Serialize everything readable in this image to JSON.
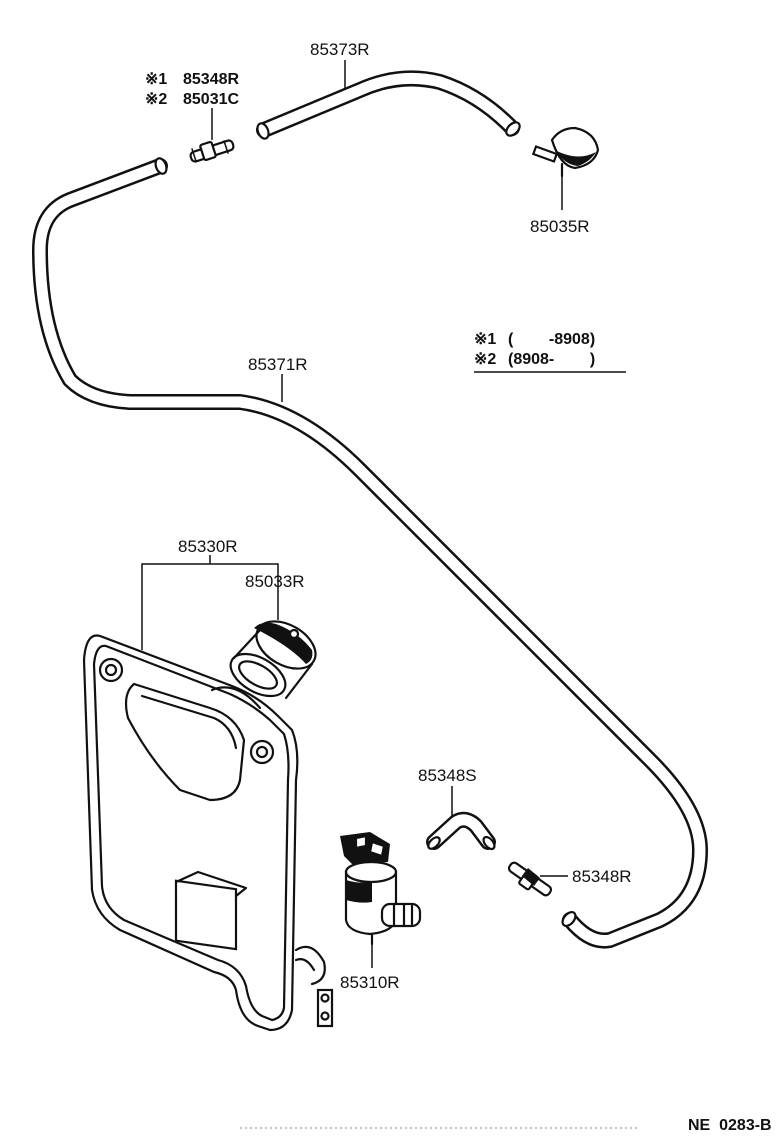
{
  "labels": {
    "hose_upper": "85373R",
    "joint_note_1": "85348R",
    "joint_note_2": "85031C",
    "nozzle": "85035R",
    "hose_main": "85371R",
    "tank": "85330R",
    "cap": "85033R",
    "elbow_hose": "85348S",
    "joint_lower": "85348R",
    "pump": "85310R",
    "figure_code": "NE  0283-B"
  },
  "legend": {
    "row1_mark": "※1",
    "row1_range": "(        -8908)",
    "row2_mark": "※2",
    "row2_range": "(8908-        )"
  },
  "notes": {
    "mark1": "※1",
    "mark2": "※2"
  },
  "icons": [
    "washer-tank",
    "tank-cap",
    "pump-motor",
    "hose-joint",
    "washer-nozzle",
    "elbow-hose"
  ]
}
